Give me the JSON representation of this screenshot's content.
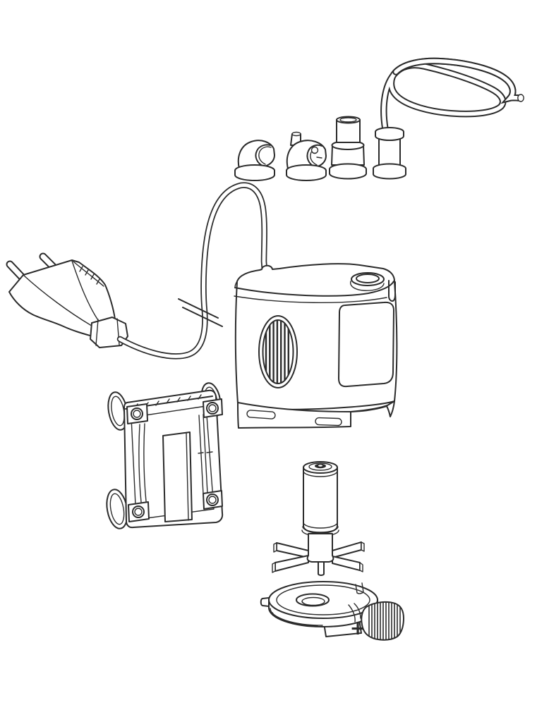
{
  "drawing": {
    "background_color": "#ffffff",
    "line_color": "#2b2b2b",
    "fill_color": "#ffffff"
  },
  "regulator": {
    "plus_symbol": "+"
  },
  "parts": [
    {
      "id": "hose",
      "name": "outlet-hose-with-connector"
    },
    {
      "id": "nozzle-elbow",
      "name": "elbow-outlet-nozzle"
    },
    {
      "id": "nozzle-aerator",
      "name": "aerator-nozzle"
    },
    {
      "id": "nozzle-stepped",
      "name": "stepped-hose-adapter"
    },
    {
      "id": "power-cord",
      "name": "power-plug-with-cable"
    },
    {
      "id": "pump-body",
      "name": "pump-motor-body"
    },
    {
      "id": "bracket",
      "name": "suction-cup-mounting-bracket"
    },
    {
      "id": "rotor",
      "name": "rotor-impeller"
    },
    {
      "id": "cover",
      "name": "pump-cover-with-flow-regulator"
    }
  ]
}
